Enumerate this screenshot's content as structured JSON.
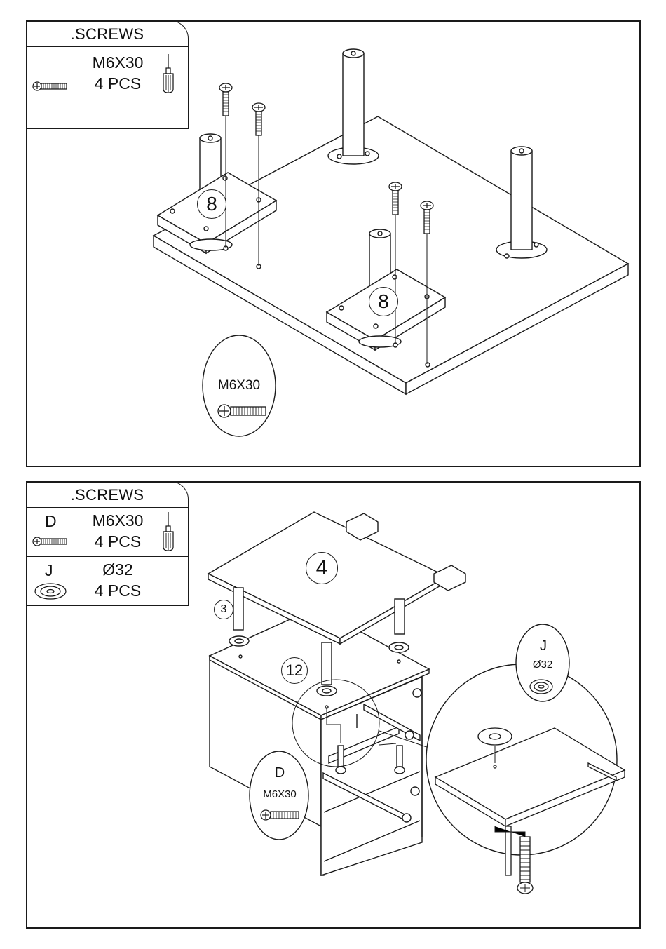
{
  "step1": {
    "parts_header": ".SCREWS",
    "screw_size": "M6X30",
    "screw_qty": "4 PCS",
    "part_number_left": "8",
    "part_number_right": "8",
    "callout_label": "M6X30"
  },
  "step2": {
    "parts_header": ".SCREWS",
    "screw_letter": "D",
    "screw_size": "M6X30",
    "screw_qty": "4 PCS",
    "washer_letter": "J",
    "washer_size": "Ø32",
    "washer_qty": "4 PCS",
    "panel_number": "4",
    "leg_number": "3",
    "cabinet_number": "12",
    "callout_screw_letter": "D",
    "callout_screw_size": "M6X30",
    "callout_washer_letter": "J",
    "callout_washer_size": "Ø32"
  }
}
